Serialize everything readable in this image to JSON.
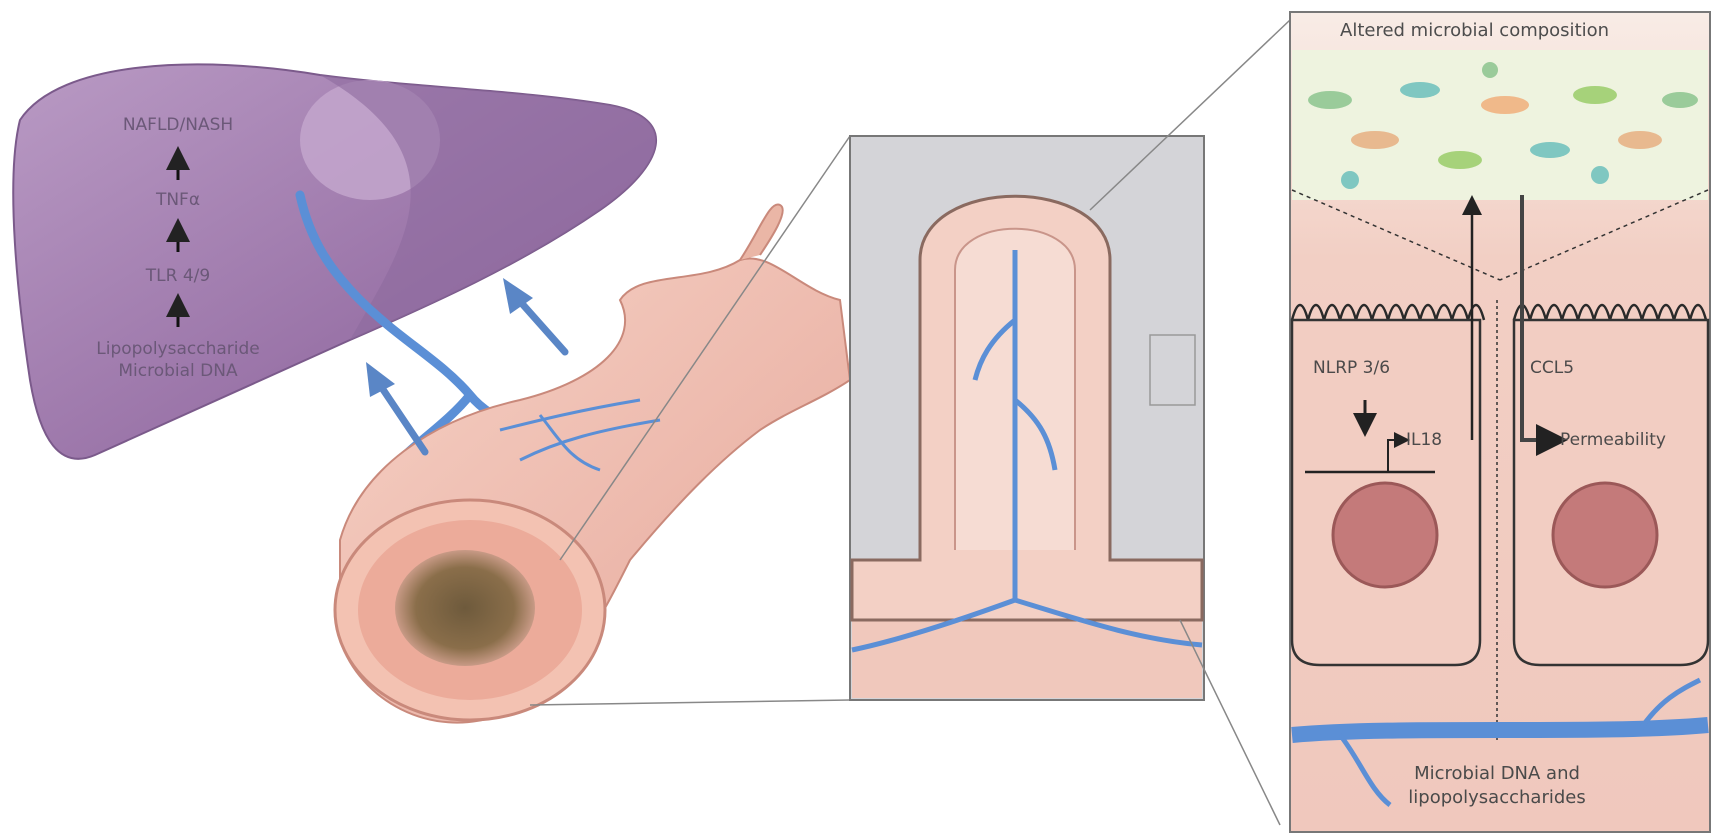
{
  "liver": {
    "steps": [
      "NAFLD/NASH",
      "TNFα",
      "TLR 4/9"
    ],
    "source_line1": "Lipopolysaccharide",
    "source_line2": "Microbial DNA"
  },
  "cell_panel": {
    "title": "Altered microbial composition",
    "left_receptor": "NLRP 3/6",
    "cytokine": "IL18",
    "right_receptor": "CCL5",
    "effect": "Permeability",
    "bottom_line1": "Microbial DNA and",
    "bottom_line2": "lipopolysaccharides"
  },
  "colors": {
    "liver": "#a07aab",
    "vessel": "#5b8fd6",
    "arrow": "#5a86c6",
    "tissue": "#f0c4b4",
    "panel_bg": "#f4d7cf"
  }
}
